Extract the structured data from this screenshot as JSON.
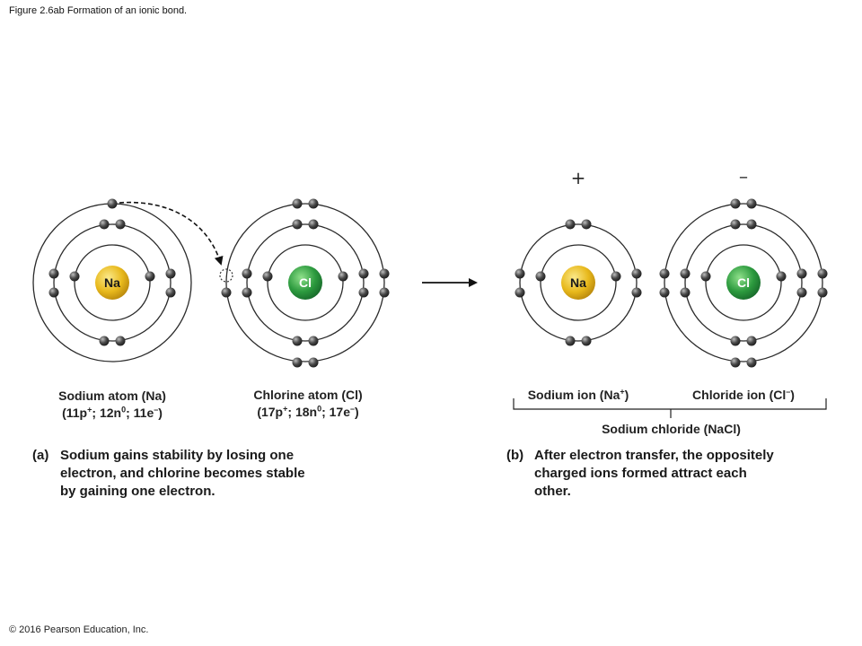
{
  "figure_title": "Figure 2.6ab Formation of an ionic bond.",
  "copyright": "© 2016 Pearson Education, Inc.",
  "colors": {
    "sodium_nucleus": "#e8b91c",
    "chlorine_nucleus": "#2c9a3e",
    "electron": "#333333",
    "shell": "#2a2a2a"
  },
  "atoms": {
    "sodium": {
      "symbol": "Na",
      "name": "Sodium atom (Na)",
      "composition": {
        "p": "11p",
        "n": "12n",
        "e": "11e"
      }
    },
    "chlorine": {
      "symbol": "Cl",
      "name": "Chlorine atom (Cl)",
      "composition": {
        "p": "17p",
        "n": "18n",
        "e": "17e"
      }
    }
  },
  "ions": {
    "sodium": {
      "symbol": "Na",
      "charge": "+",
      "name": "Sodium ion (Na",
      "sign": "+"
    },
    "chloride": {
      "symbol": "Cl",
      "charge": "–",
      "name": "Chloride ion (Cl",
      "sign": "–"
    },
    "compound": "Sodium chloride (NaCl)"
  },
  "captions": {
    "a": {
      "tag": "(a)",
      "lines": [
        "Sodium gains stability by losing one",
        "electron, and chlorine becomes stable",
        "by gaining one electron."
      ]
    },
    "b": {
      "tag": "(b)",
      "lines": [
        "After electron transfer, the oppositely",
        "charged ions formed attract each",
        "other."
      ]
    }
  }
}
